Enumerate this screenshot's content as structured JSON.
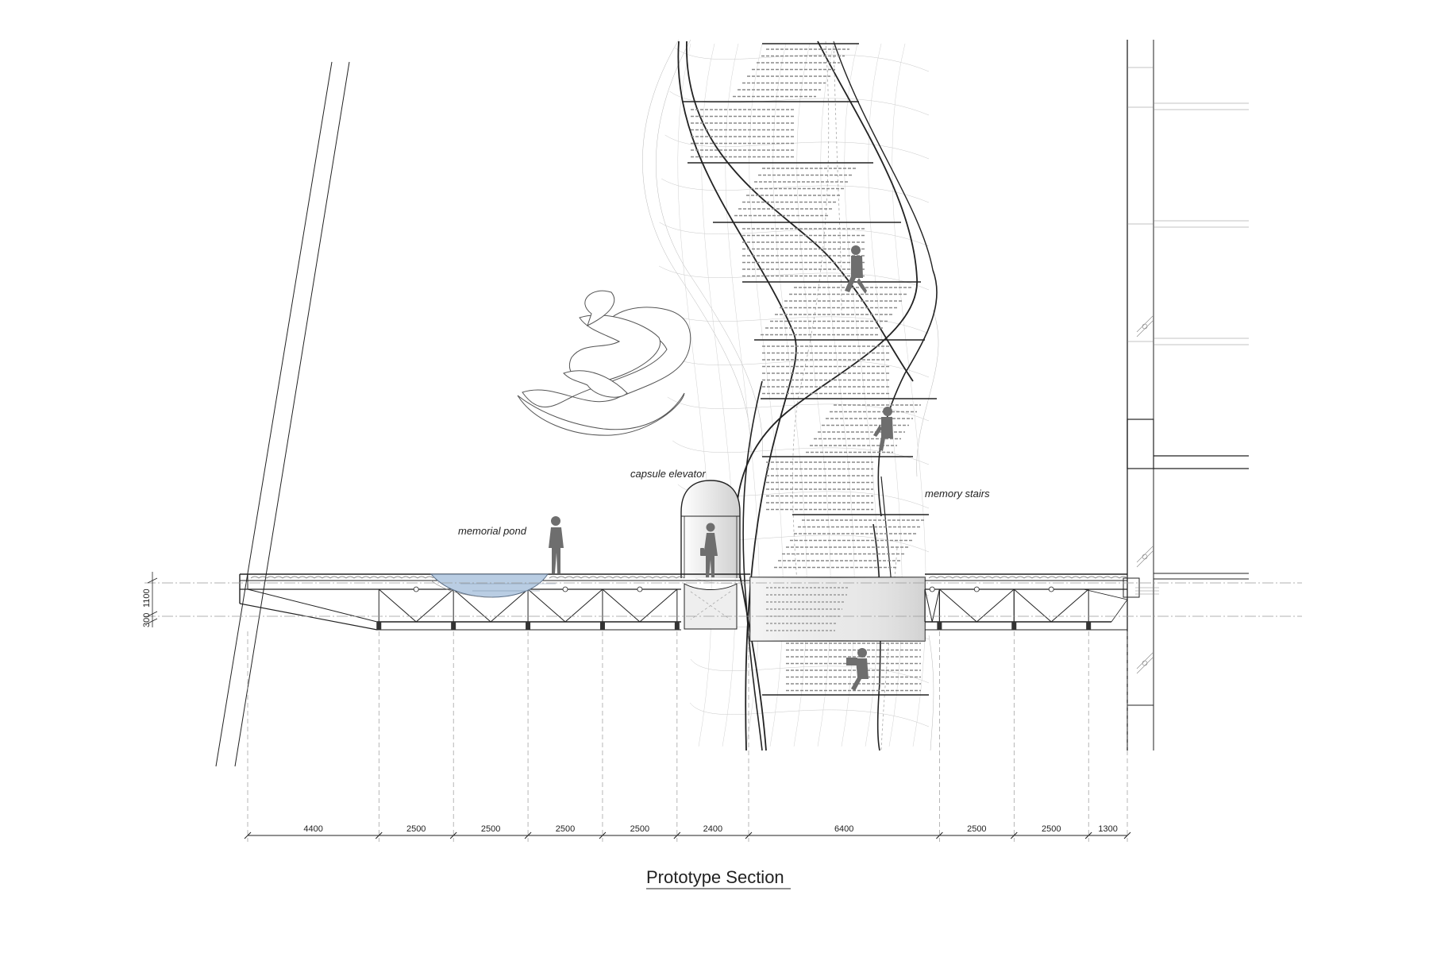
{
  "labels": {
    "capsule_elevator": "capsule elevator",
    "memorial_pond": "memorial pond",
    "memory_stairs": "memory stairs"
  },
  "title": "Prototype Section",
  "vertical_dims": [
    "300",
    "1100"
  ],
  "spans": [
    {
      "value": 4400,
      "label": "4400"
    },
    {
      "value": 2500,
      "label": "2500"
    },
    {
      "value": 2500,
      "label": "2500"
    },
    {
      "value": 2500,
      "label": "2500"
    },
    {
      "value": 2500,
      "label": "2500"
    },
    {
      "value": 2400,
      "label": "2400"
    },
    {
      "value": 6400,
      "label": "6400"
    },
    {
      "value": 2500,
      "label": "2500"
    },
    {
      "value": 2500,
      "label": "2500"
    },
    {
      "value": 1300,
      "label": "1300"
    }
  ],
  "colors": {
    "line": "#222222",
    "pond": "#b9cde3",
    "figure": "#6e6e6e"
  }
}
